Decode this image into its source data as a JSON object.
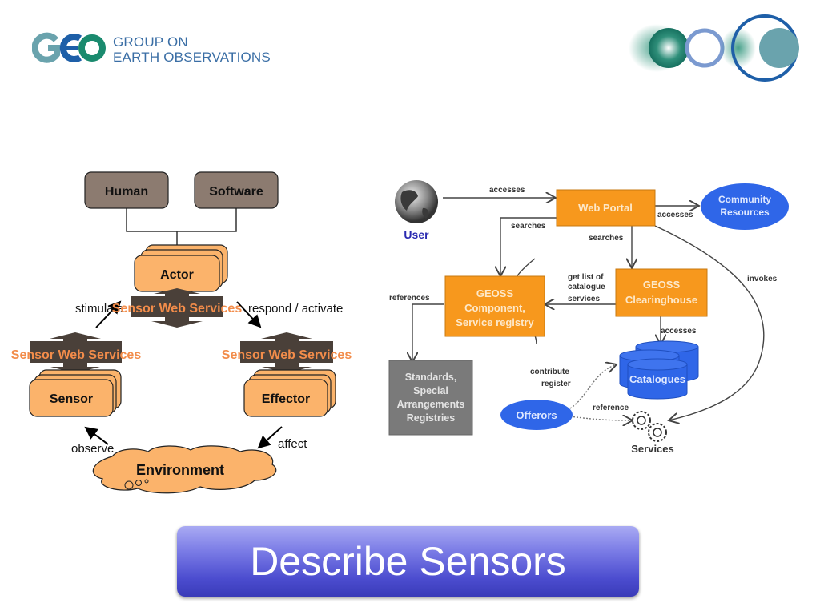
{
  "header": {
    "logo_line1": "GROUP ON",
    "logo_line2": "EARTH OBSERVATIONS",
    "colors": {
      "teal": "#6aa3ad",
      "blue": "#1e5fa8",
      "green": "#1a8a6e",
      "text": "#3a6ea5"
    }
  },
  "left_diagram": {
    "human": "Human",
    "software": "Software",
    "actor": "Actor",
    "sws_top": "Sensor Web Services",
    "stimulate": "stimulate",
    "respond": "respond / activate",
    "sws_left": "Sensor Web Services",
    "sws_right": "Sensor Web Services",
    "sensor": "Sensor",
    "effector": "Effector",
    "observe": "observe",
    "affect": "affect",
    "environment": "Environment",
    "colors": {
      "brown_box": "#8c7b70",
      "orange_box": "#fbb36b",
      "arrow_dark": "#4a4039",
      "sws_text": "#f28c4a"
    }
  },
  "right_diagram": {
    "user": "User",
    "web_portal": "Web Portal",
    "community_line1": "Community",
    "community_line2": "Resources",
    "accesses_top": "accesses",
    "accesses_right": "accesses",
    "searches_left": "searches",
    "searches_mid": "searches",
    "invokes": "invokes",
    "registry_line1": "GEOSS",
    "registry_line2": "Component,",
    "registry_line3": "Service registry",
    "clearing_line1": "GEOSS",
    "clearing_line2": "Clearinghouse",
    "getlist_line1": "get list of",
    "getlist_line2": "catalogue",
    "getlist_line3": "services",
    "references": "references",
    "accesses_cat": "accesses",
    "standards_line1": "Standards,",
    "standards_line2": "Special",
    "standards_line3": "Arrangements",
    "standards_line4": "Registries",
    "contribute": "contribute",
    "register": "register",
    "catalogues": "Catalogues",
    "offerors": "Offerors",
    "reference": "reference",
    "services": "Services",
    "colors": {
      "orange": "#f7981d",
      "blue": "#2f66e8",
      "gray": "#7a7a7a",
      "user_text": "#2a2ab0"
    }
  },
  "title": {
    "label": "Describe Sensors"
  }
}
